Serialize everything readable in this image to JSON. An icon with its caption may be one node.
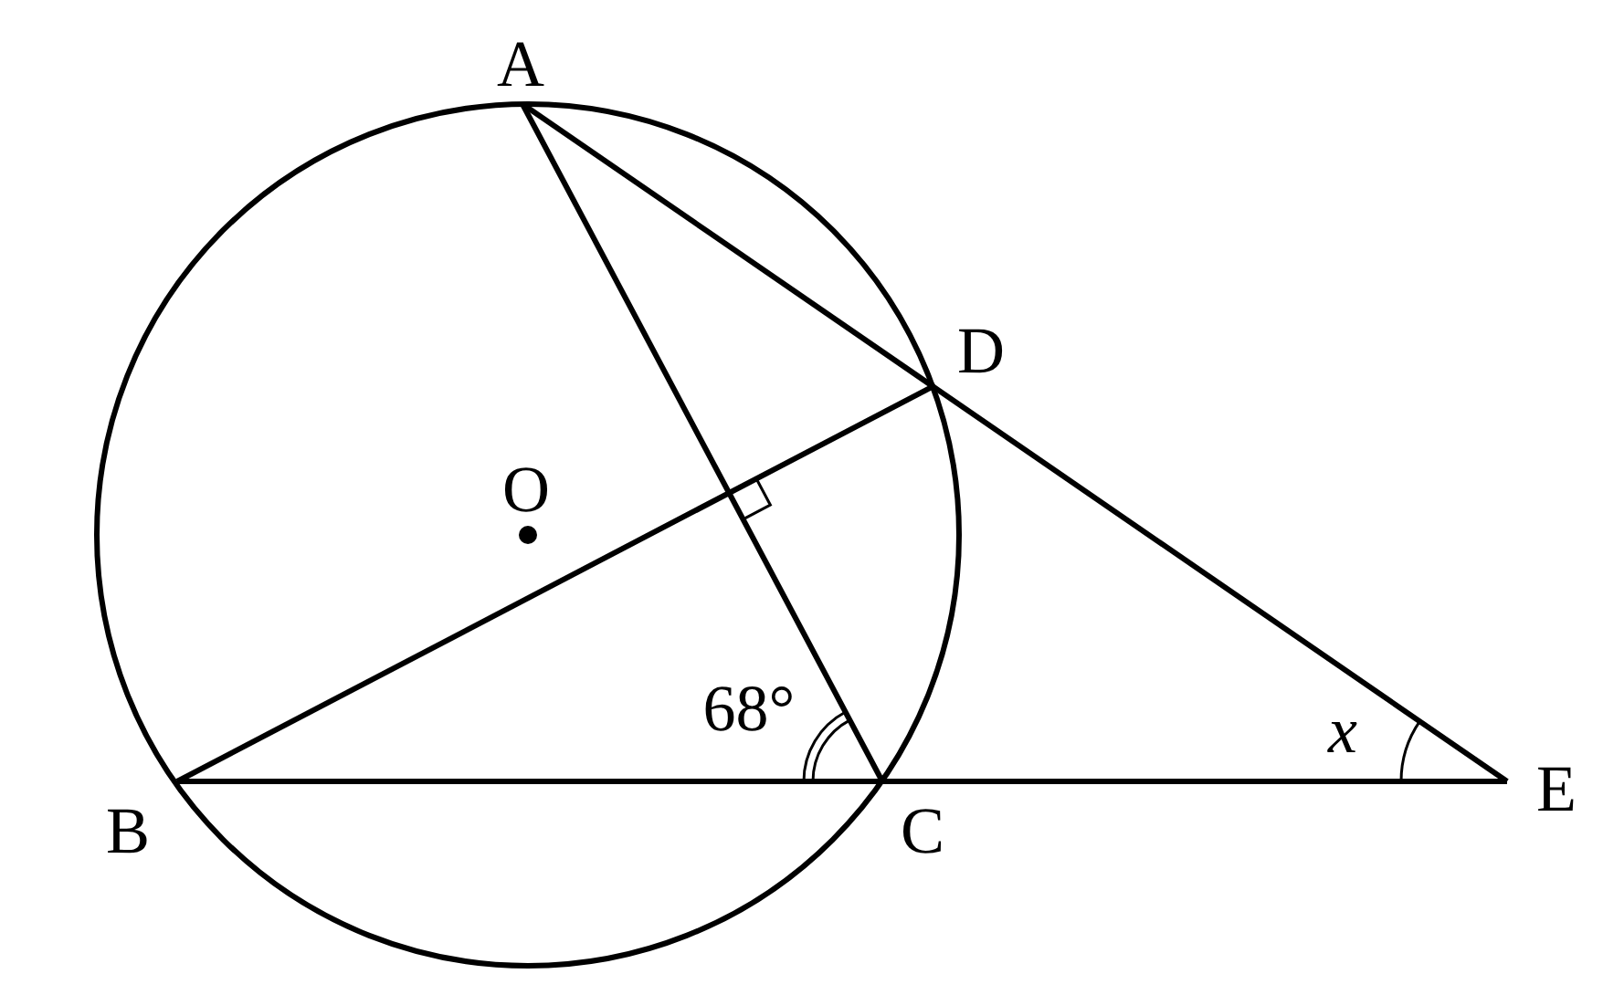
{
  "diagram": {
    "labels": [
      "A",
      "D",
      "O",
      "68°",
      "x",
      "B",
      "C",
      "E"
    ]
  }
}
